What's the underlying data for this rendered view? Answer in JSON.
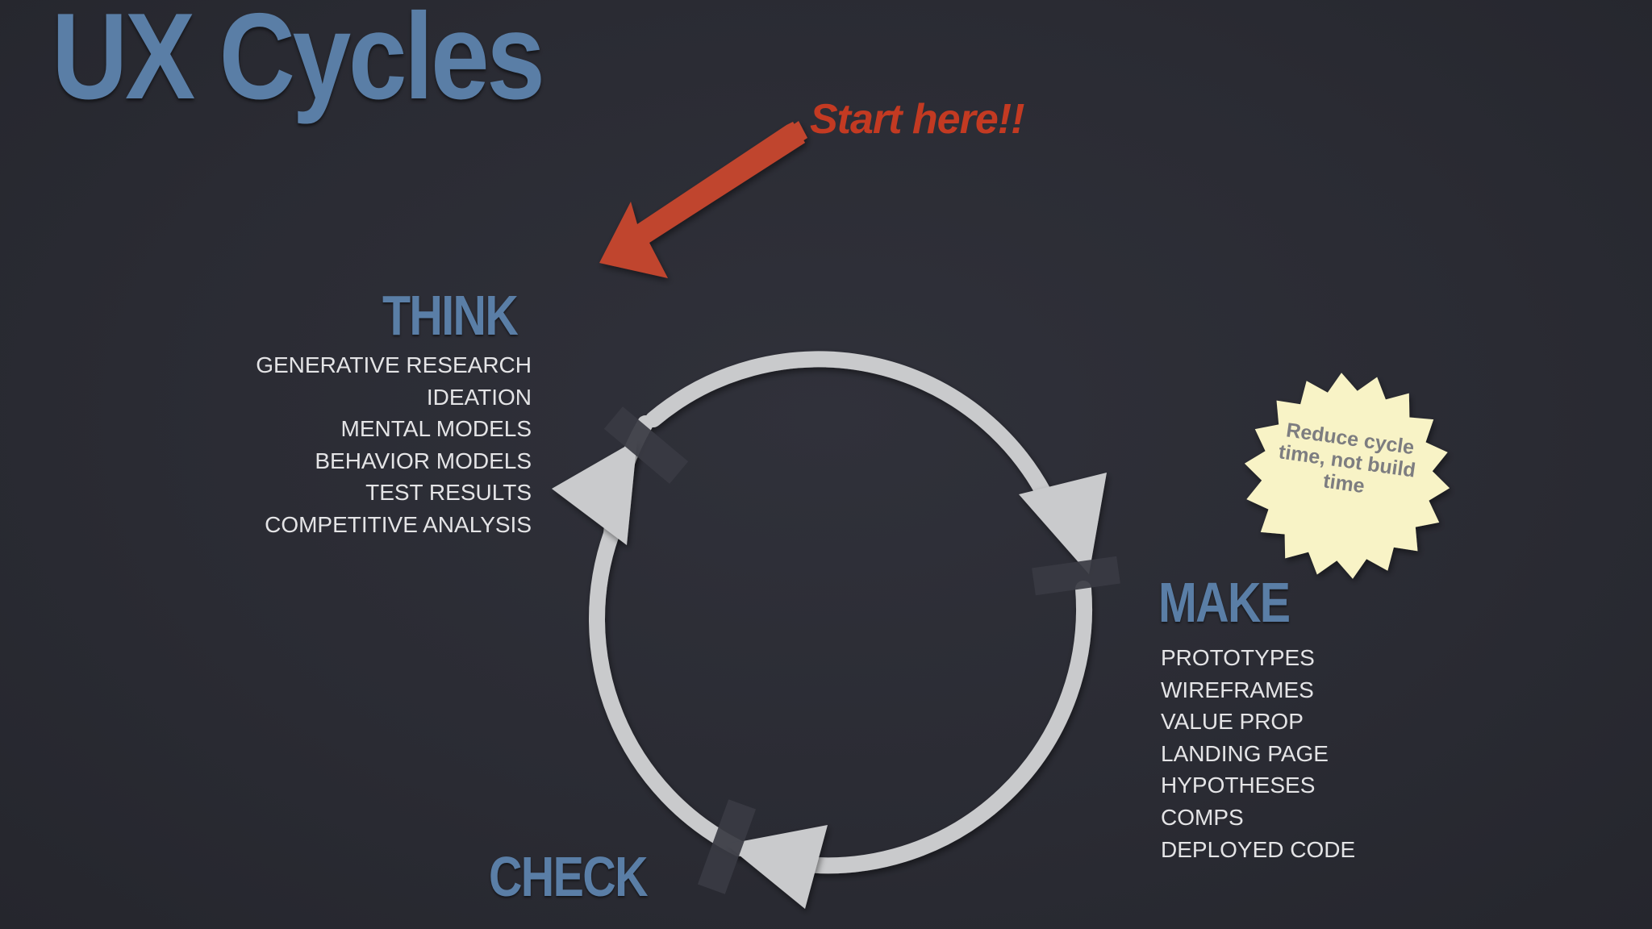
{
  "title": "UX Cycles",
  "callout": "Start here!!",
  "think": {
    "heading": "THINK",
    "items": [
      "GENERATIVE RESEARCH",
      "IDEATION",
      "MENTAL MODELS",
      "BEHAVIOR MODELS",
      "TEST RESULTS",
      "COMPETITIVE ANALYSIS"
    ]
  },
  "make": {
    "heading": "MAKE",
    "items": [
      "PROTOTYPES",
      "WIREFRAMES",
      "VALUE PROP",
      "LANDING PAGE",
      "HYPOTHESES",
      "COMPS",
      "DEPLOYED CODE"
    ]
  },
  "check": {
    "heading": "CHECK"
  },
  "badge": {
    "text": "Reduce cycle time, not build time"
  },
  "colors": {
    "background": "#2c2d35",
    "heading": "#5a7ea6",
    "list_text": "#e4e4e6",
    "callout": "#c33a22",
    "arrow": "#c0452e",
    "cycle": "#c9cacc",
    "tape": "#3e3f47",
    "badge_fill": "#f8f3c6",
    "badge_text": "#7d7d80"
  }
}
